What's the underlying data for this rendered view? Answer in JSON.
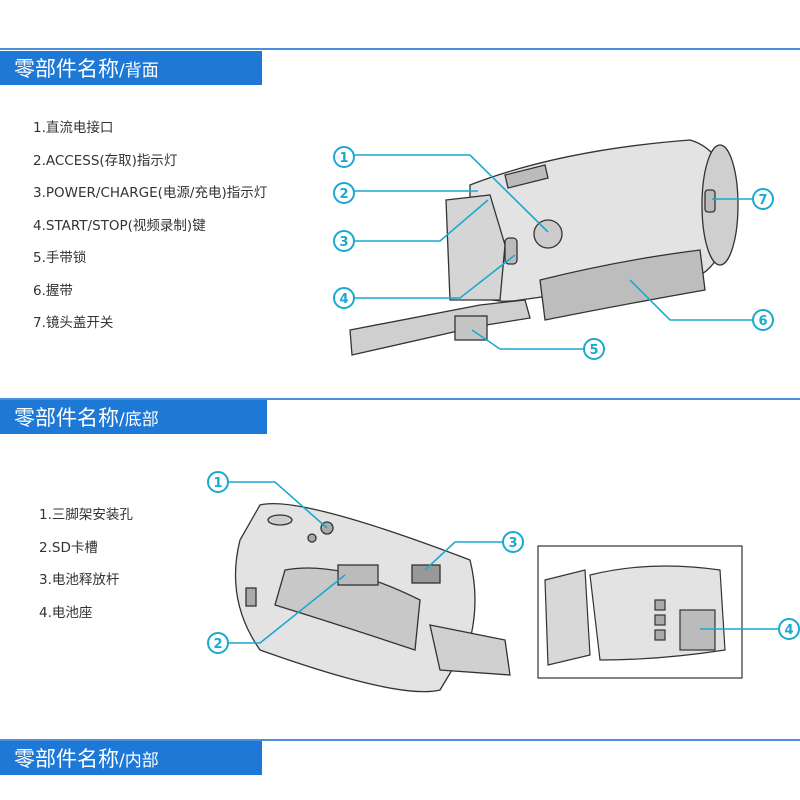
{
  "sections": [
    {
      "title_main": "零部件名称",
      "title_sub": "/背面",
      "items": [
        "1.直流电接口",
        "2.ACCESS(存取)指示灯",
        "3.POWER/CHARGE(电源/充电)指示灯",
        "4.START/STOP(视频录制)键",
        "5.手带锁",
        "6.握带",
        "7.镜头盖开关"
      ]
    },
    {
      "title_main": "零部件名称",
      "title_sub": "/底部",
      "items": [
        "1.三脚架安装孔",
        "2.SD卡槽",
        "3.电池释放杆",
        "4.电池座"
      ]
    },
    {
      "title_main": "零部件名称",
      "title_sub": "/内部"
    }
  ],
  "callouts_back": [
    "1",
    "2",
    "3",
    "4",
    "5",
    "6",
    "7"
  ],
  "callouts_bottom": [
    "1",
    "2",
    "3",
    "4"
  ],
  "colors": {
    "header": "#1e78d6",
    "callout": "#1aa9cf",
    "rule": "#4d8fdb"
  }
}
